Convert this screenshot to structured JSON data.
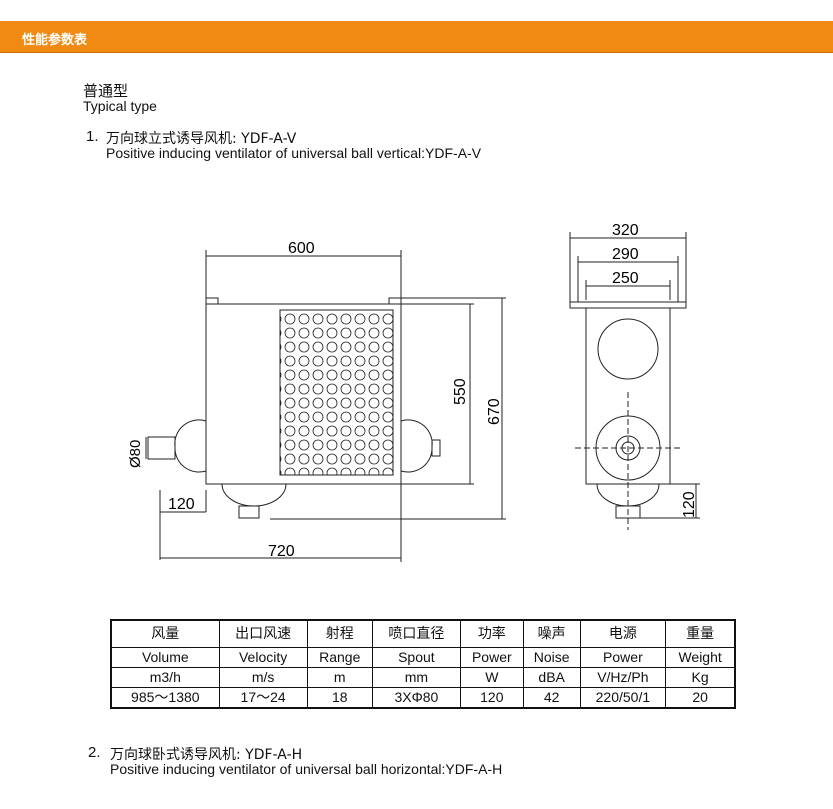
{
  "header": {
    "title": "性能参数表"
  },
  "section": {
    "cn": "普通型",
    "en": "Typical type"
  },
  "item1": {
    "num": "1.",
    "cn": "万向球立式诱导风机: YDF-A-V",
    "en": "Positive inducing ventilator of universal ball vertical:YDF-A-V"
  },
  "drawing": {
    "dims": {
      "front_width": "600",
      "inner_height": "550",
      "total_height": "670",
      "nozzle_dia": "Ø80",
      "bottom_offset": "120",
      "total_width": "720",
      "side_320": "320",
      "side_290": "290",
      "side_250": "250",
      "side_120": "120"
    }
  },
  "table": {
    "headers_cn": [
      "风量",
      "出口风速",
      "射程",
      "喷口直径",
      "功率",
      "噪声",
      "电源",
      "重量"
    ],
    "headers_en": [
      "Volume",
      "Velocity",
      "Range",
      "Spout",
      "Power",
      "Noise",
      "Power",
      "Weight"
    ],
    "units": [
      "m3/h",
      "m/s",
      "m",
      "mm",
      "W",
      "dBA",
      "V/Hz/Ph",
      "Kg"
    ],
    "values": [
      "985～1380",
      "17～24",
      "18",
      "3XΦ80",
      "120",
      "42",
      "220/50/1",
      "20"
    ]
  },
  "item2": {
    "num": "2.",
    "cn": "万向球卧式诱导风机: YDF-A-H",
    "en": "Positive inducing ventilator of universal ball horizontal:YDF-A-H"
  }
}
